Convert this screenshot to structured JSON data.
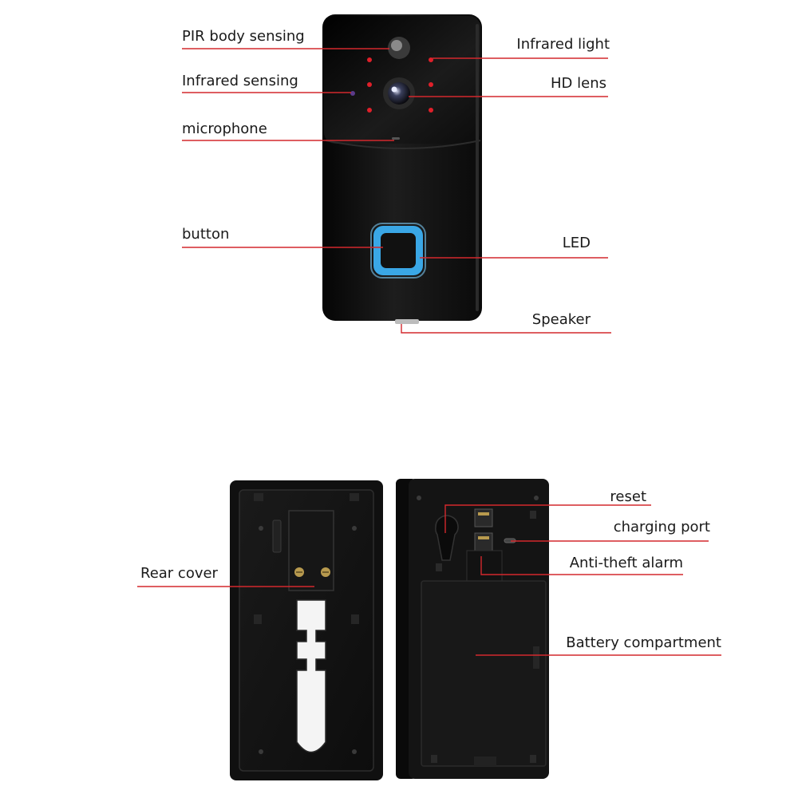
{
  "front_labels": {
    "pir": "PIR body sensing",
    "infrared_sensing": "Infrared sensing",
    "microphone": "microphone",
    "button": "button",
    "infrared_light": "Infrared light",
    "hd_lens": "HD lens",
    "led": "LED",
    "speaker": "Speaker"
  },
  "back_labels": {
    "rear_cover": "Rear cover",
    "reset": "reset",
    "charging_port": "charging port",
    "anti_theft": "Anti-theft alarm",
    "battery": "Battery compartment"
  },
  "colors": {
    "leader_line": "#d3282d",
    "device_body": "#121212",
    "led_ring": "#3aa7e6",
    "ir_led": "#e0202a"
  }
}
